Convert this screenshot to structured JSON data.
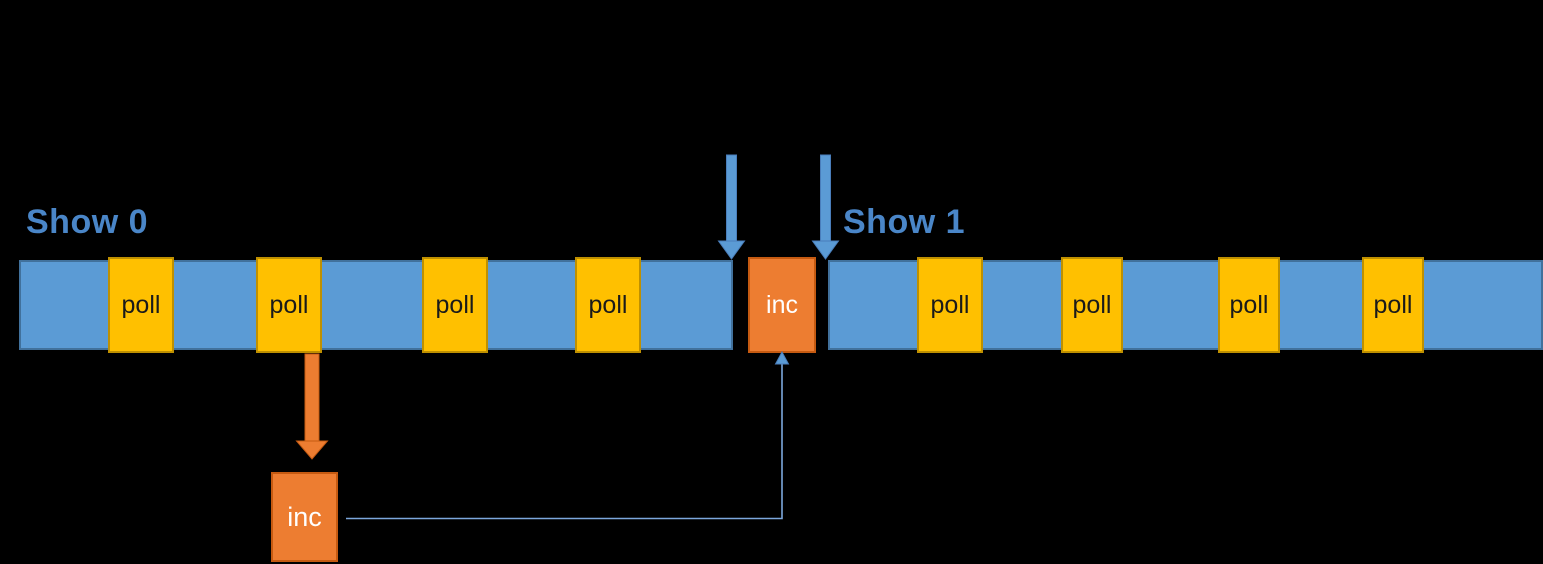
{
  "diagram": {
    "background_color": "#000000",
    "show0_segment": {
      "title": "Show 0",
      "polls": [
        "poll",
        "poll",
        "poll",
        "poll"
      ]
    },
    "inc_event": {
      "label": "inc"
    },
    "show1_segment": {
      "title": "Show 1",
      "polls": [
        "poll",
        "poll",
        "poll",
        "poll"
      ]
    },
    "inc_handler": {
      "label": "inc"
    },
    "icons": {
      "show0_frame_arrow": "down-arrow",
      "show1_frame_arrow": "down-arrow",
      "poll_dispatch_arrow": "down-arrow",
      "handler_return_connector": "elbow-up-arrow"
    },
    "colors": {
      "timeline_fill": "#5B9BD5",
      "timeline_border": "#41719C",
      "poll_fill": "#FFC000",
      "poll_border": "#BF9000",
      "inc_fill": "#ED7D31",
      "inc_border": "#C55A11",
      "show_label_text": "#4A86C8",
      "blue_arrow_fill": "#5B9BD5",
      "orange_arrow_fill": "#ED7D31",
      "connector_line": "#7CA7DC"
    }
  }
}
